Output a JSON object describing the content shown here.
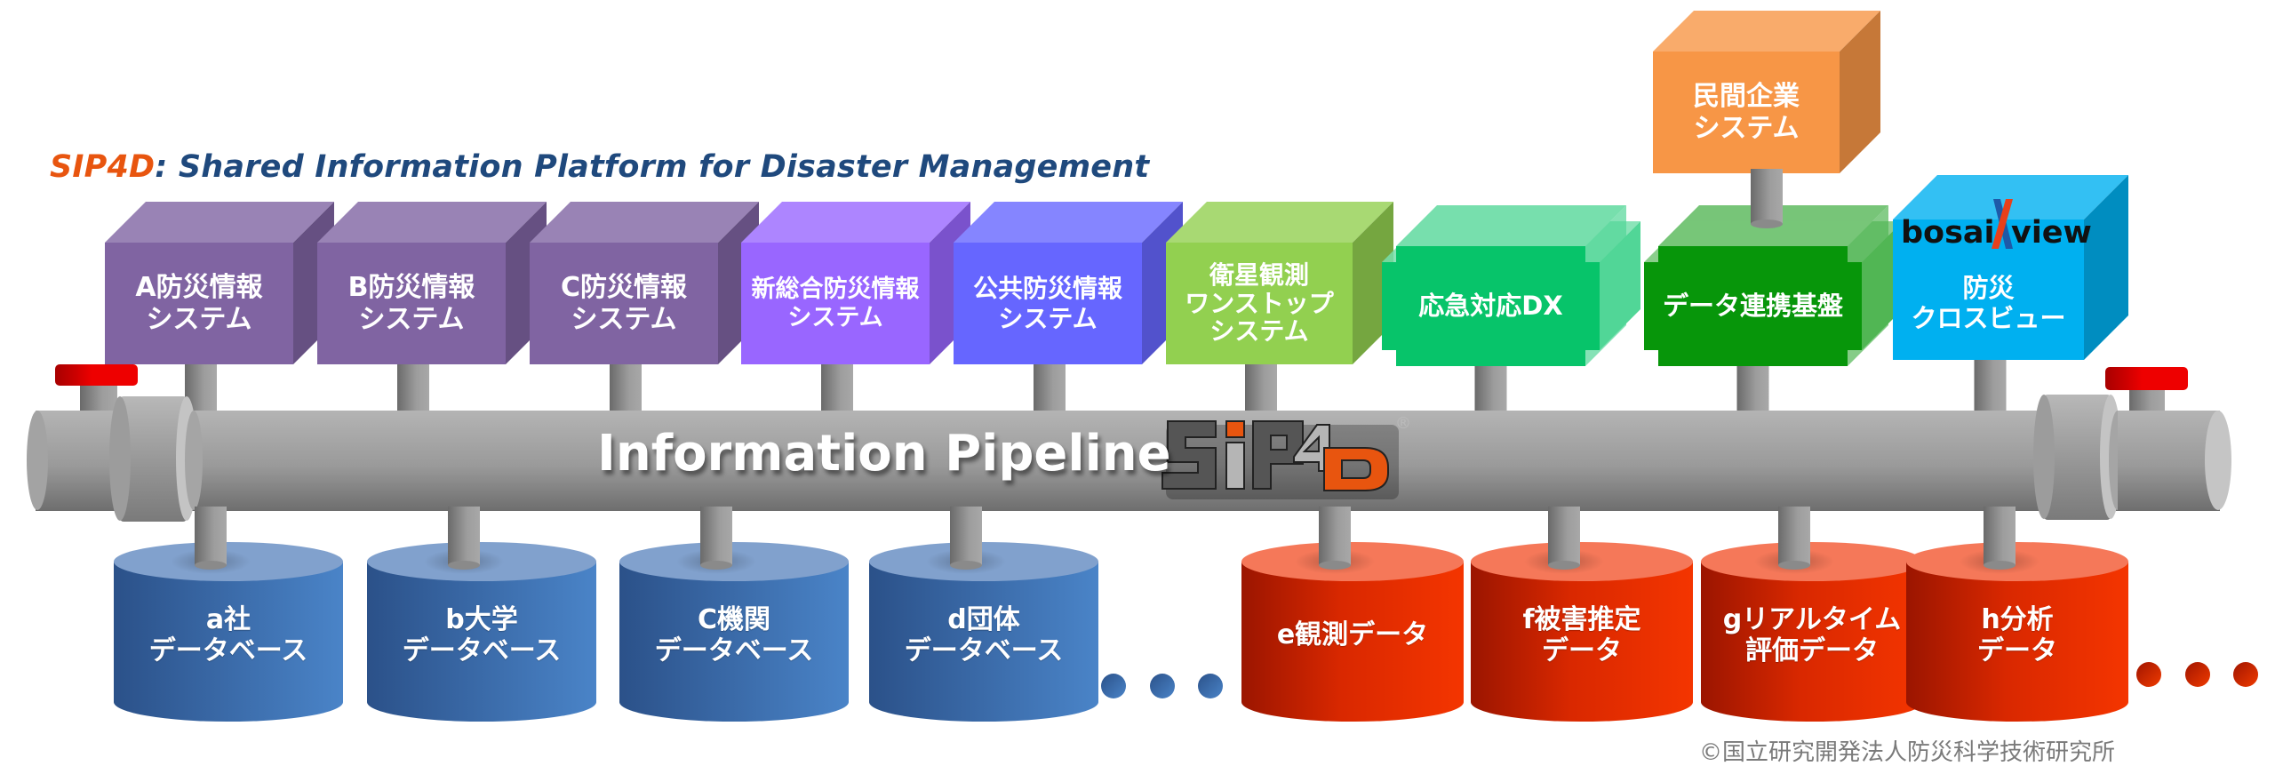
{
  "header": {
    "brand": "SIP4D",
    "subtitle": ": Shared Information Platform for Disaster Management"
  },
  "systems": [
    {
      "line1": "A防災情報",
      "line2": "システム",
      "color": "#8064a2"
    },
    {
      "line1": "B防災情報",
      "line2": "システム",
      "color": "#8064a2"
    },
    {
      "line1": "C防災情報",
      "line2": "システム",
      "color": "#8064a2"
    },
    {
      "line1": "新総合防災情報",
      "line2": "システム",
      "color": "#9966ff"
    },
    {
      "line1": "公共防災情報",
      "line2": "システム",
      "color": "#6666ff"
    },
    {
      "line1": "衛星観測",
      "line2": "ワンストップ",
      "line3": "システム",
      "color": "#92d050"
    },
    {
      "line1": "応急対応DX",
      "color": "#07c46a"
    },
    {
      "line1": "データ連携基盤",
      "color": "#07960a"
    },
    {
      "line1": "防災",
      "line2": "クロスビュー",
      "color": "#00b0f0",
      "logo": {
        "left": "bosai",
        "mark": "X",
        "right": "view"
      }
    }
  ],
  "private_system": {
    "line1": "民間企業",
    "line2": "システム",
    "color": "#f79646"
  },
  "pipeline": {
    "label": "Information Pipeline",
    "logo": {
      "text": "SIP4D",
      "registered": "®"
    }
  },
  "databases": [
    {
      "line1": "a社",
      "line2": "データベース",
      "color": "#3d6eb2"
    },
    {
      "line1": "b大学",
      "line2": "データベース",
      "color": "#3d6eb2"
    },
    {
      "line1": "C機関",
      "line2": "データベース",
      "color": "#3d6eb2"
    },
    {
      "line1": "d団体",
      "line2": "データベース",
      "color": "#3d6eb2"
    }
  ],
  "data_sources": [
    {
      "line1": "e観測データ",
      "color": "#f03000"
    },
    {
      "line1": "f被害推定",
      "line2": "データ",
      "color": "#f03000"
    },
    {
      "line1": "gリアルタイム",
      "line2": "評価データ",
      "color": "#f03000"
    },
    {
      "line1": "h分析",
      "line2": "データ",
      "color": "#f03000"
    }
  ],
  "footer": {
    "copyright": "©国立研究開発法人防災科学技術研究所"
  }
}
